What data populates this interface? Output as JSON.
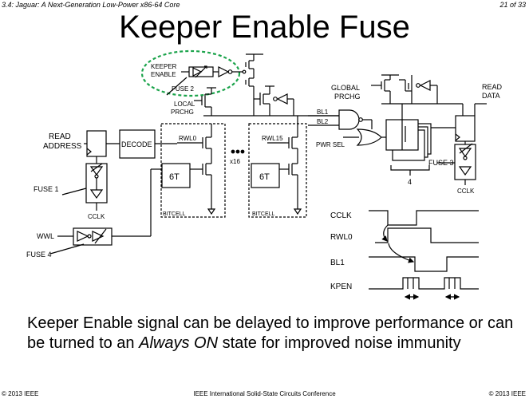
{
  "header": {
    "left": "3.4: Jaguar: A Next-Generation Low-Power x86-64 Core",
    "right": "21 of 33"
  },
  "title": "Keeper Enable Fuse",
  "diagram": {
    "keeper_enable_1": "KEEPER",
    "keeper_enable_2": "ENABLE",
    "fuse2": "FUSE 2",
    "local_prchg_1": "LOCAL",
    "local_prchg_2": "PRCHG",
    "global_prchg_1": "GLOBAL",
    "global_prchg_2": "PRCHG",
    "read_data_1": "READ",
    "read_data_2": "DATA",
    "read_address_1": "READ",
    "read_address_2": "ADDRESS",
    "decode": "DECODE",
    "rwl0": "RWL0",
    "rwl15": "RWL15",
    "x16": "x16",
    "sixT": "6T",
    "bitcell": "BITCELL",
    "bl1": "BL1",
    "bl2": "BL2",
    "pwr_sel": "PWR SEL",
    "four": "4",
    "fuse3": "FUSE 3",
    "fuse1": "FUSE 1",
    "fuse4": "FUSE 4",
    "cclk": "CCLK",
    "wwl": "WWL"
  },
  "timing": {
    "signals": [
      "CCLK",
      "RWL0",
      "BL1",
      "KPEN"
    ]
  },
  "caption": {
    "part1": "Keeper Enable signal can be delayed to improve performance or can be turned to an ",
    "emphasis": "Always ON",
    "part2": " state for improved noise immunity"
  },
  "footer": {
    "left": "© 2013 IEEE",
    "center": "IEEE International Solid-State Circuits Conference",
    "right": "© 2013 IEEE"
  },
  "colors": {
    "highlight": "#1aa34a",
    "line": "#000000"
  }
}
